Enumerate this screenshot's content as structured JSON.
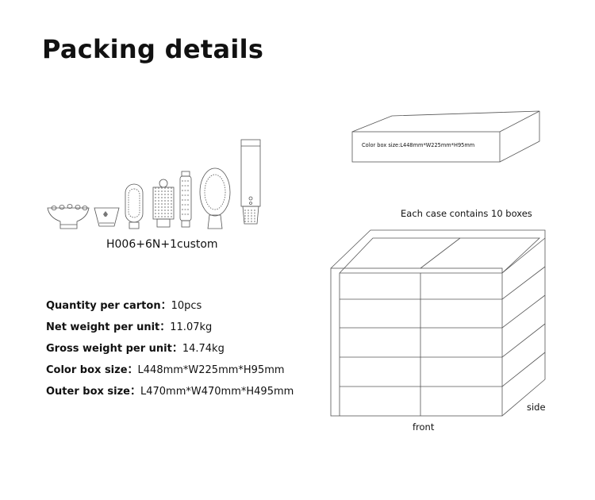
{
  "header": {
    "title": "Packing details"
  },
  "product": {
    "label": "H006+6N+1custom",
    "icons": [
      "diffuser-attachment-icon",
      "concentrator-nozzle-icon",
      "round-brush-icon",
      "hot-brush-icon",
      "curling-barrel-icon",
      "oval-paddle-brush-icon",
      "hair-dryer-handle-icon"
    ]
  },
  "specs": [
    {
      "label": "Quantity per carton：",
      "value": "10pcs"
    },
    {
      "label": "Net weight per unit：",
      "value": "11.07kg"
    },
    {
      "label": "Gross weight per unit：",
      "value": "14.74kg"
    },
    {
      "label": "Color box size：",
      "value": "L448mm*W225mm*H95mm"
    },
    {
      "label": "Outer box size：",
      "value": "L470mm*W470mm*H495mm"
    }
  ],
  "diagram": {
    "color_box_text": "Color box size:L448mm*W225mm*H95mm",
    "case_note": "Each case contains 10 boxes",
    "front_label": "front",
    "side_label": "side"
  }
}
